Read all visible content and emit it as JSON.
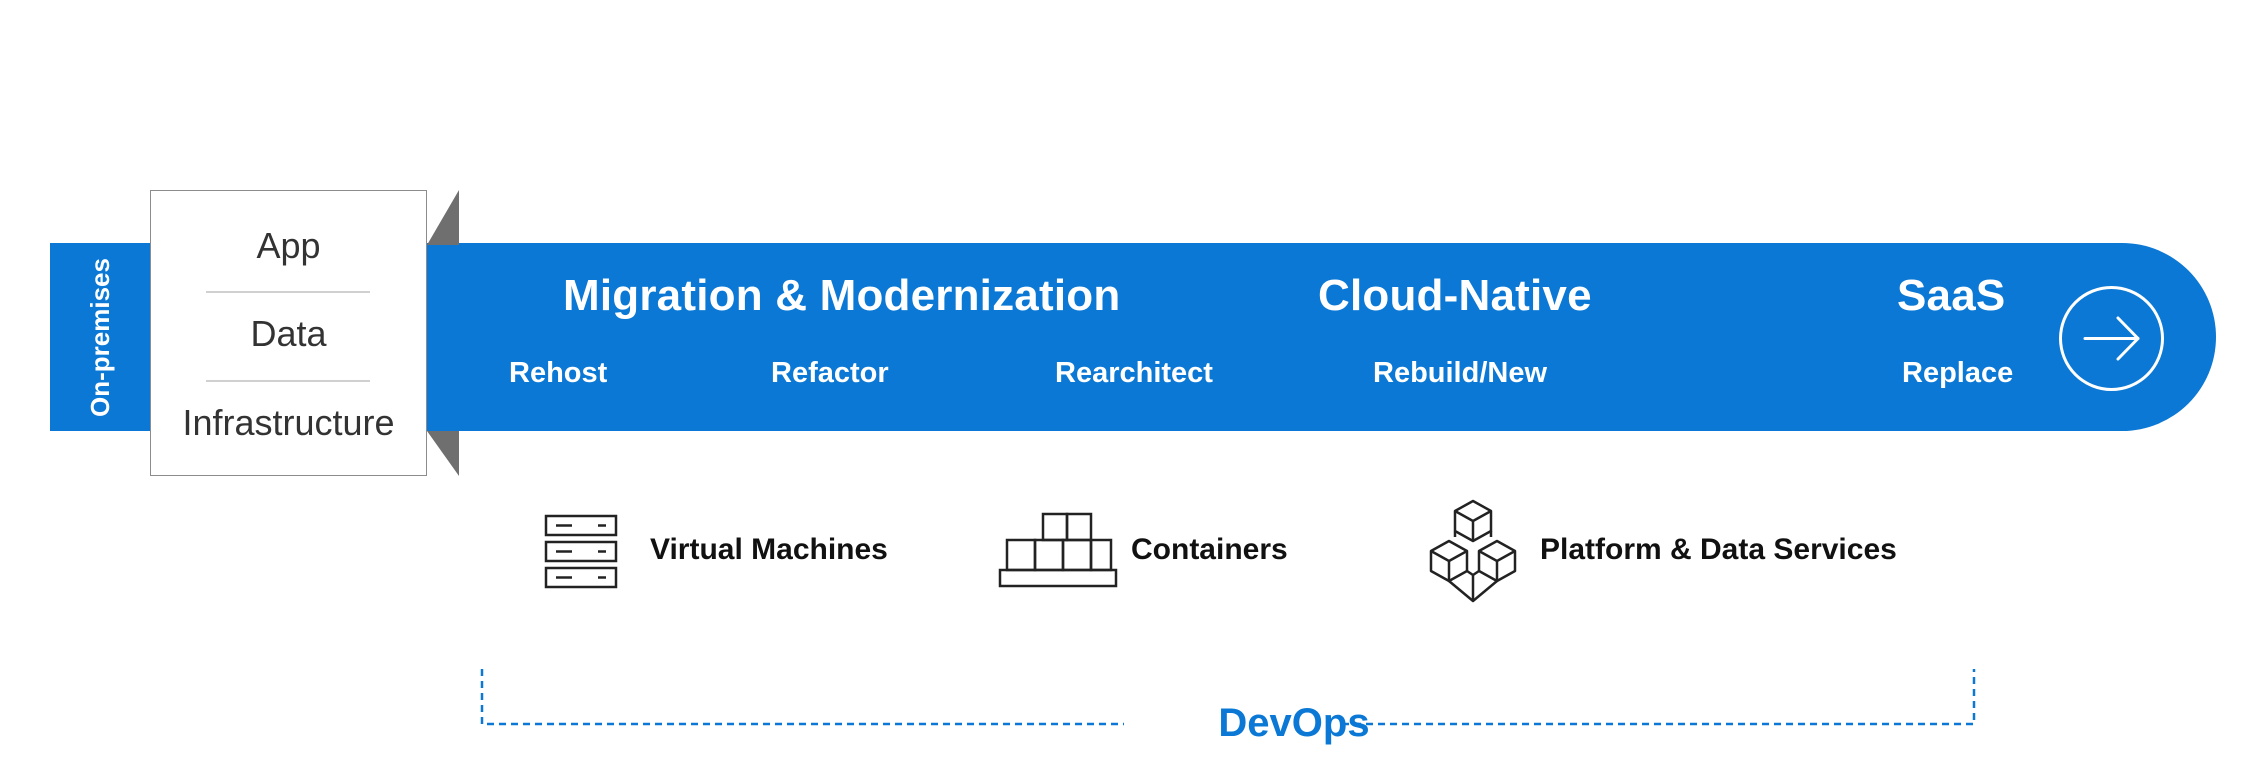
{
  "on_premises_label": "On-premises",
  "stack_layers": [
    "App",
    "Data",
    "Infrastructure"
  ],
  "headings": {
    "migration": "Migration & Modernization",
    "cloud_native": "Cloud-Native",
    "saas": "SaaS"
  },
  "steps": [
    "Rehost",
    "Refactor",
    "Rearchitect",
    "Rebuild/New",
    "Replace"
  ],
  "services": [
    "Virtual Machines",
    "Containers",
    "Platform & Data Services"
  ],
  "devops_label": "DevOps",
  "colors": {
    "accent": "#0a78d4",
    "text_dark": "#111111",
    "fold_shadow": "#6f6f6f"
  },
  "icons": [
    "server-rack-icon",
    "containers-icon",
    "cubes-icon",
    "arrow-right-circle-icon"
  ]
}
